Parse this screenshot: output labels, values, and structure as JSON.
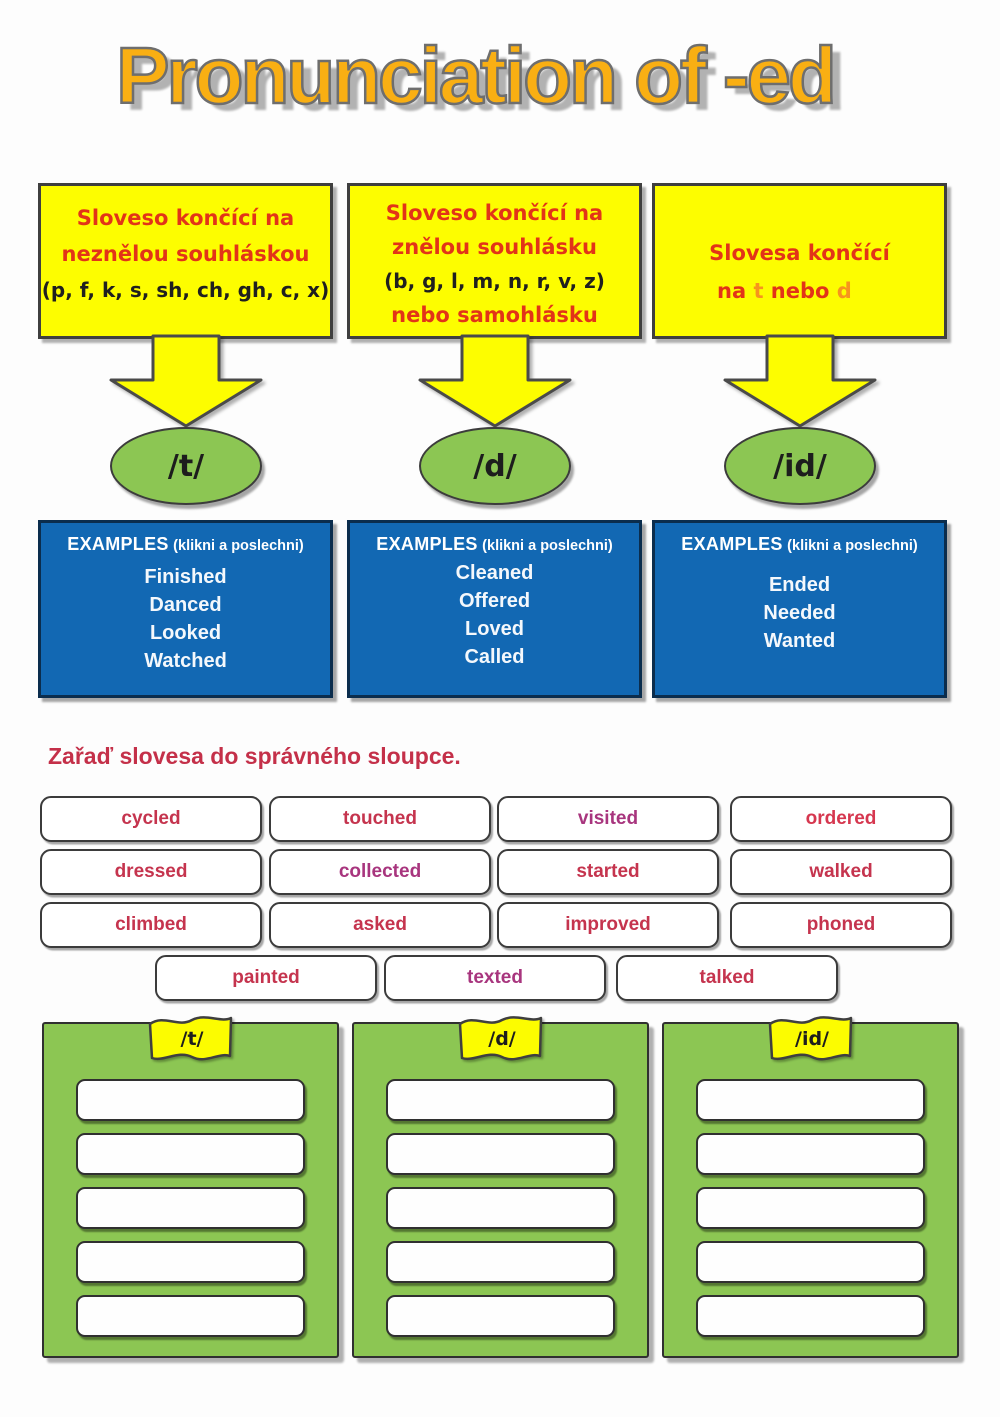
{
  "page": {
    "title": "Pronunciation of -ed"
  },
  "colors": {
    "title_gold": "#F9AF13",
    "rule_red": "#E23418",
    "rule_orange": "#F7941D",
    "box_yellow": "#FDFD00",
    "phoneme_green": "#8CC653",
    "examples_blue": "#1268B3",
    "heading_red": "#C43049",
    "chip_red": "#C5344E",
    "chip_magenta": "#A8357E"
  },
  "rule_boxes": [
    {
      "lines": [
        "Sloveso končící na",
        "neznělou souhláskou",
        "(p, f, k, s, sh, ch, gh,  c, x)"
      ]
    },
    {
      "lines": [
        "Sloveso končící na",
        "znělou souhlásku",
        "(b, g, l, m, n, r, v, z)",
        "nebo samohlásku"
      ]
    },
    {
      "line1": "Slovesa končící",
      "line2_parts": [
        "na ",
        "t",
        " nebo ",
        "d"
      ]
    }
  ],
  "phonemes": [
    "/t/",
    "/d/",
    "/id/"
  ],
  "examples_boxes": [
    {
      "header": "EXAMPLES",
      "note": "(klikni a poslechni)",
      "words": [
        "Finished",
        "Danced",
        "Looked",
        "Watched"
      ]
    },
    {
      "header": "EXAMPLES",
      "note": "(klikni a poslechni)",
      "words": [
        "Cleaned",
        "Offered",
        "Loved",
        "Called"
      ]
    },
    {
      "header": "EXAMPLES",
      "note": "(klikni a poslechni)",
      "words": [
        "Ended",
        "Needed",
        "Wanted"
      ]
    }
  ],
  "task": {
    "heading": "Zařaď slovesa do správného sloupce.",
    "chips": [
      {
        "label": "cycled",
        "color": "#C5344E"
      },
      {
        "label": "touched",
        "color": "#C5344E"
      },
      {
        "label": "visited",
        "color": "#A8357E"
      },
      {
        "label": "ordered",
        "color": "#D6374F"
      },
      {
        "label": "dressed",
        "color": "#C5344E"
      },
      {
        "label": "collected",
        "color": "#A8357E"
      },
      {
        "label": "started",
        "color": "#C5344E"
      },
      {
        "label": "walked",
        "color": "#C5344E"
      },
      {
        "label": "climbed",
        "color": "#C5344E"
      },
      {
        "label": "asked",
        "color": "#C5344E"
      },
      {
        "label": "improved",
        "color": "#C5344E"
      },
      {
        "label": "phoned",
        "color": "#C5344E"
      },
      {
        "label": "painted",
        "color": "#C5344E"
      },
      {
        "label": "texted",
        "color": "#A8357E"
      },
      {
        "label": "talked",
        "color": "#C5344E"
      }
    ]
  },
  "sort_columns": [
    {
      "label": "/t/"
    },
    {
      "label": "/d/"
    },
    {
      "label": "/id/"
    }
  ]
}
